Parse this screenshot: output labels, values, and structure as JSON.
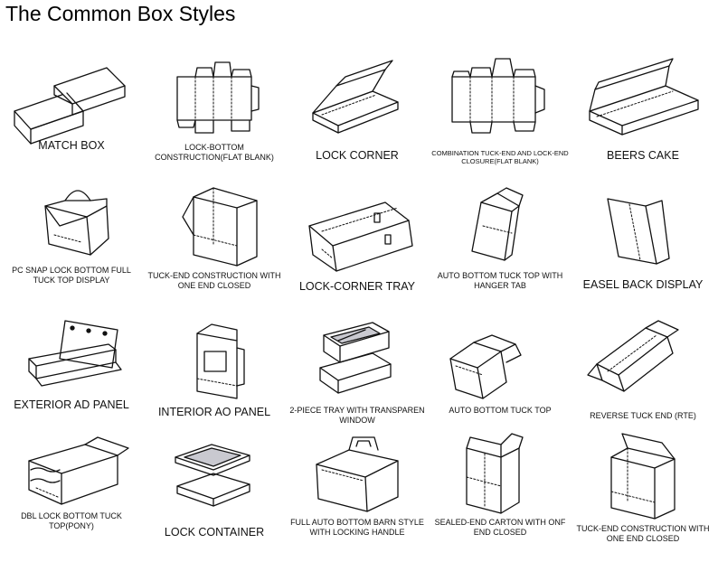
{
  "title": "The Common Box Styles",
  "boxes": [
    {
      "label": "MATCH BOX"
    },
    {
      "label": "LOCK-BOTTOM CONSTRUCTION(FLAT BLANK)"
    },
    {
      "label": "LOCK CORNER"
    },
    {
      "label": "COMBINATION TUCK-END AND LOCK-END CLOSURE(FLAT BLANK)"
    },
    {
      "label": "BEERS CAKE"
    },
    {
      "label": "PC SNAP LOCK BOTTOM FULL TUCK TOP DISPLAY"
    },
    {
      "label": "TUCK-END CONSTRUCTION WITH ONE END CLOSED"
    },
    {
      "label": "LOCK-CORNER TRAY"
    },
    {
      "label": "AUTO BOTTOM TUCK TOP WITH HANGER TAB"
    },
    {
      "label": "EASEL BACK DISPLAY"
    },
    {
      "label": "EXTERIOR AD PANEL"
    },
    {
      "label": "INTERIOR AO PANEL"
    },
    {
      "label": "2-PIECE TRAY WITH TRANSPAREN WINDOW"
    },
    {
      "label": "AUTO BOTTOM TUCK TOP"
    },
    {
      "label": "REVERSE TUCK END (RTE)"
    },
    {
      "label": "DBL LOCK BOTTOM TUCK TOP(PONY)"
    },
    {
      "label": "LOCK  CONTAINER"
    },
    {
      "label": "FULL AUTO BOTTOM BARN STYLE WITH LOCKING HANDLE"
    },
    {
      "label": "SEALED-END CARTON WITH  ONF END CLOSED"
    },
    {
      "label": "TUCK-END CONSTRUCTION WITH ONE END CLOSED"
    }
  ]
}
